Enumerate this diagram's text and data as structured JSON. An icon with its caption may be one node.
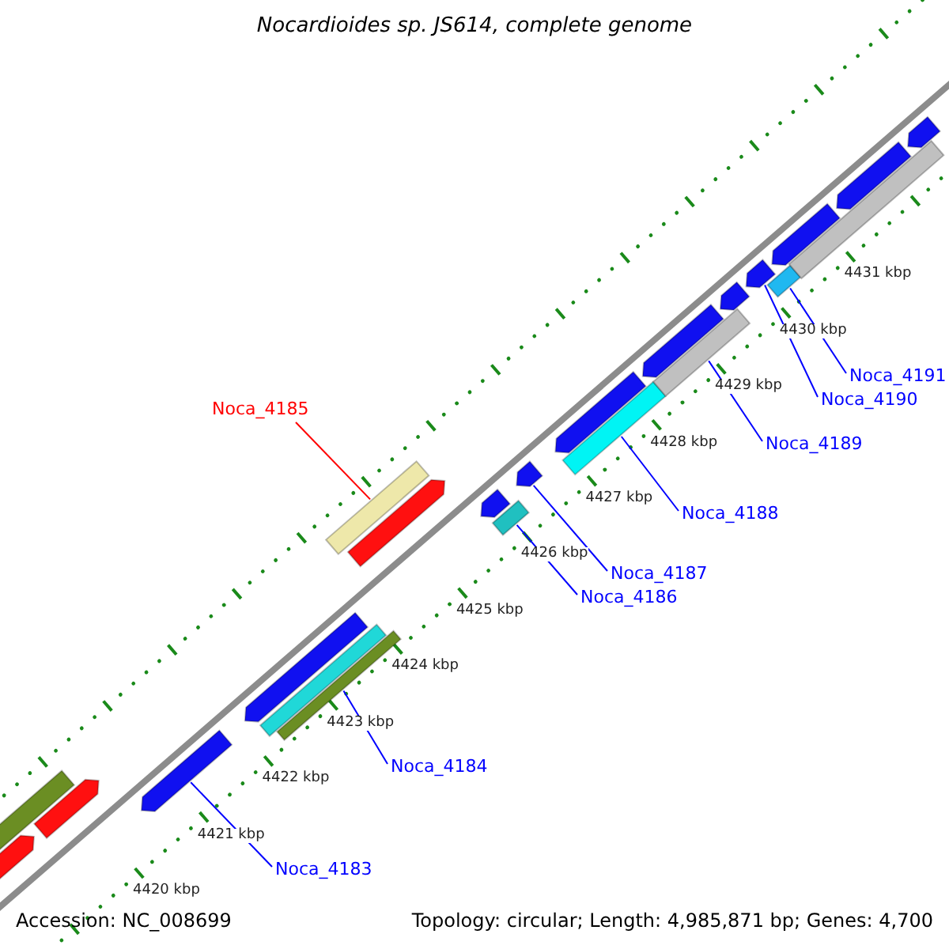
{
  "diagram": {
    "title": "Nocardioides sp. JS614, complete genome",
    "nodes": [
      {
        "text": [
          "Noca_4191"
        ]
      },
      {
        "text": [
          "Noca_4190"
        ]
      },
      {
        "text": [
          "Noca_4185"
        ]
      },
      {
        "text": [
          "Noca_4189"
        ]
      },
      {
        "text": [
          "Noca_4188"
        ]
      },
      {
        "text": [
          "Noca_4187"
        ]
      },
      {
        "text": [
          "Noca_4186"
        ]
      },
      {
        "text": [
          "Noca_4184"
        ]
      },
      {
        "text": [
          "Noca_4183"
        ]
      },
      {
        "text": [],
        "shape": "pentagon"
      },
      {
        "text": [],
        "shape": "bar"
      },
      {
        "text": [],
        "shape": "pentagon"
      },
      {
        "text": [],
        "shape": "pentagon"
      },
      {
        "text": [],
        "shape": "pentagon"
      },
      {
        "text": [],
        "shape": "bar"
      },
      {
        "text": [],
        "shape": "bar"
      },
      {
        "text": [],
        "shape": "bar"
      },
      {
        "text": [],
        "shape": "pentagon"
      },
      {
        "text": [],
        "shape": "pentagon"
      },
      {
        "text": [],
        "shape": "bar"
      },
      {
        "text": [],
        "shape": "pentagon"
      },
      {
        "text": [],
        "shape": "pentagon"
      },
      {
        "text": [],
        "shape": "bar"
      },
      {
        "text": [],
        "shape": "pentagon"
      },
      {
        "text": [],
        "shape": "bar"
      },
      {
        "text": [],
        "shape": "pentagon"
      },
      {
        "text": [],
        "shape": "pentagon"
      },
      {
        "text": [],
        "shape": "bar"
      },
      {
        "text": [],
        "shape": "pentagon"
      },
      {
        "text": [],
        "shape": "bar"
      },
      {
        "text": [],
        "shape": "pentagon"
      },
      {
        "text": [],
        "shape": "pentagon"
      }
    ],
    "edges": [
      {
        "from": 0,
        "to": 27,
        "arrow": "none"
      },
      {
        "from": 1,
        "to": 26,
        "arrow": "none"
      },
      {
        "from": 2,
        "to": 16,
        "arrow": "none",
        "color": "#ff0000"
      },
      {
        "from": 3,
        "to": 24,
        "arrow": "none"
      },
      {
        "from": 4,
        "to": 22,
        "arrow": "none"
      },
      {
        "from": 5,
        "to": 20,
        "arrow": "none"
      },
      {
        "from": 6,
        "to": 19,
        "arrow": "none"
      },
      {
        "from": 7,
        "to": 15,
        "arrow": "none"
      },
      {
        "from": 8,
        "to": 12,
        "arrow": "none"
      }
    ],
    "labels": [
      "4431 kbp",
      "4430 kbp",
      "4429 kbp",
      "4428 kbp",
      "4427 kbp",
      "4426 kbp",
      "4425 kbp",
      "4424 kbp",
      "4423 kbp",
      "4422 kbp",
      "4421 kbp",
      "4420 kbp",
      "Accession: NC_008699",
      "Topology: circular; Length: 4,985,871 bp; Genes: 4,700"
    ]
  }
}
